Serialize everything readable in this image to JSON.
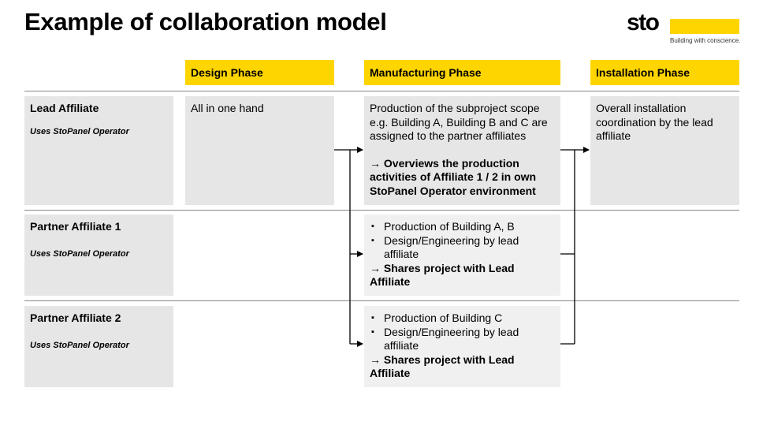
{
  "title": "Example of collaboration model",
  "logo": {
    "word": "sto",
    "tagline": "Building with conscience."
  },
  "phases": {
    "design": "Design Phase",
    "manufacturing": "Manufacturing Phase",
    "installation": "Installation Phase"
  },
  "rows": {
    "lead": {
      "name": "Lead Affiliate",
      "sub": "Uses StoPanel Operator",
      "design": "All in one hand",
      "manufacturing_text": "Production of the subproject scope e.g. Building A, Building B and C are assigned to the partner affiliates",
      "manufacturing_bold": "→ Overviews the production activities of Affiliate 1 / 2 in own StoPanel Operator environment",
      "installation": "Overall installation coordination by the lead affiliate"
    },
    "partner1": {
      "name": "Partner Affiliate 1",
      "sub": "Uses StoPanel Operator",
      "bullets": [
        "Production of Building A, B",
        "Design/Engineering by lead affiliate"
      ],
      "bold": "→ Shares project with Lead Affiliate"
    },
    "partner2": {
      "name": "Partner Affiliate 2",
      "sub": "Uses StoPanel Operator",
      "bullets": [
        "Production of Building C",
        "Design/Engineering by lead affiliate"
      ],
      "bold": "→ Shares project with Lead Affiliate"
    }
  },
  "colors": {
    "accent": "#ffd500",
    "box": "#e6e6e6",
    "line": "#000000"
  }
}
